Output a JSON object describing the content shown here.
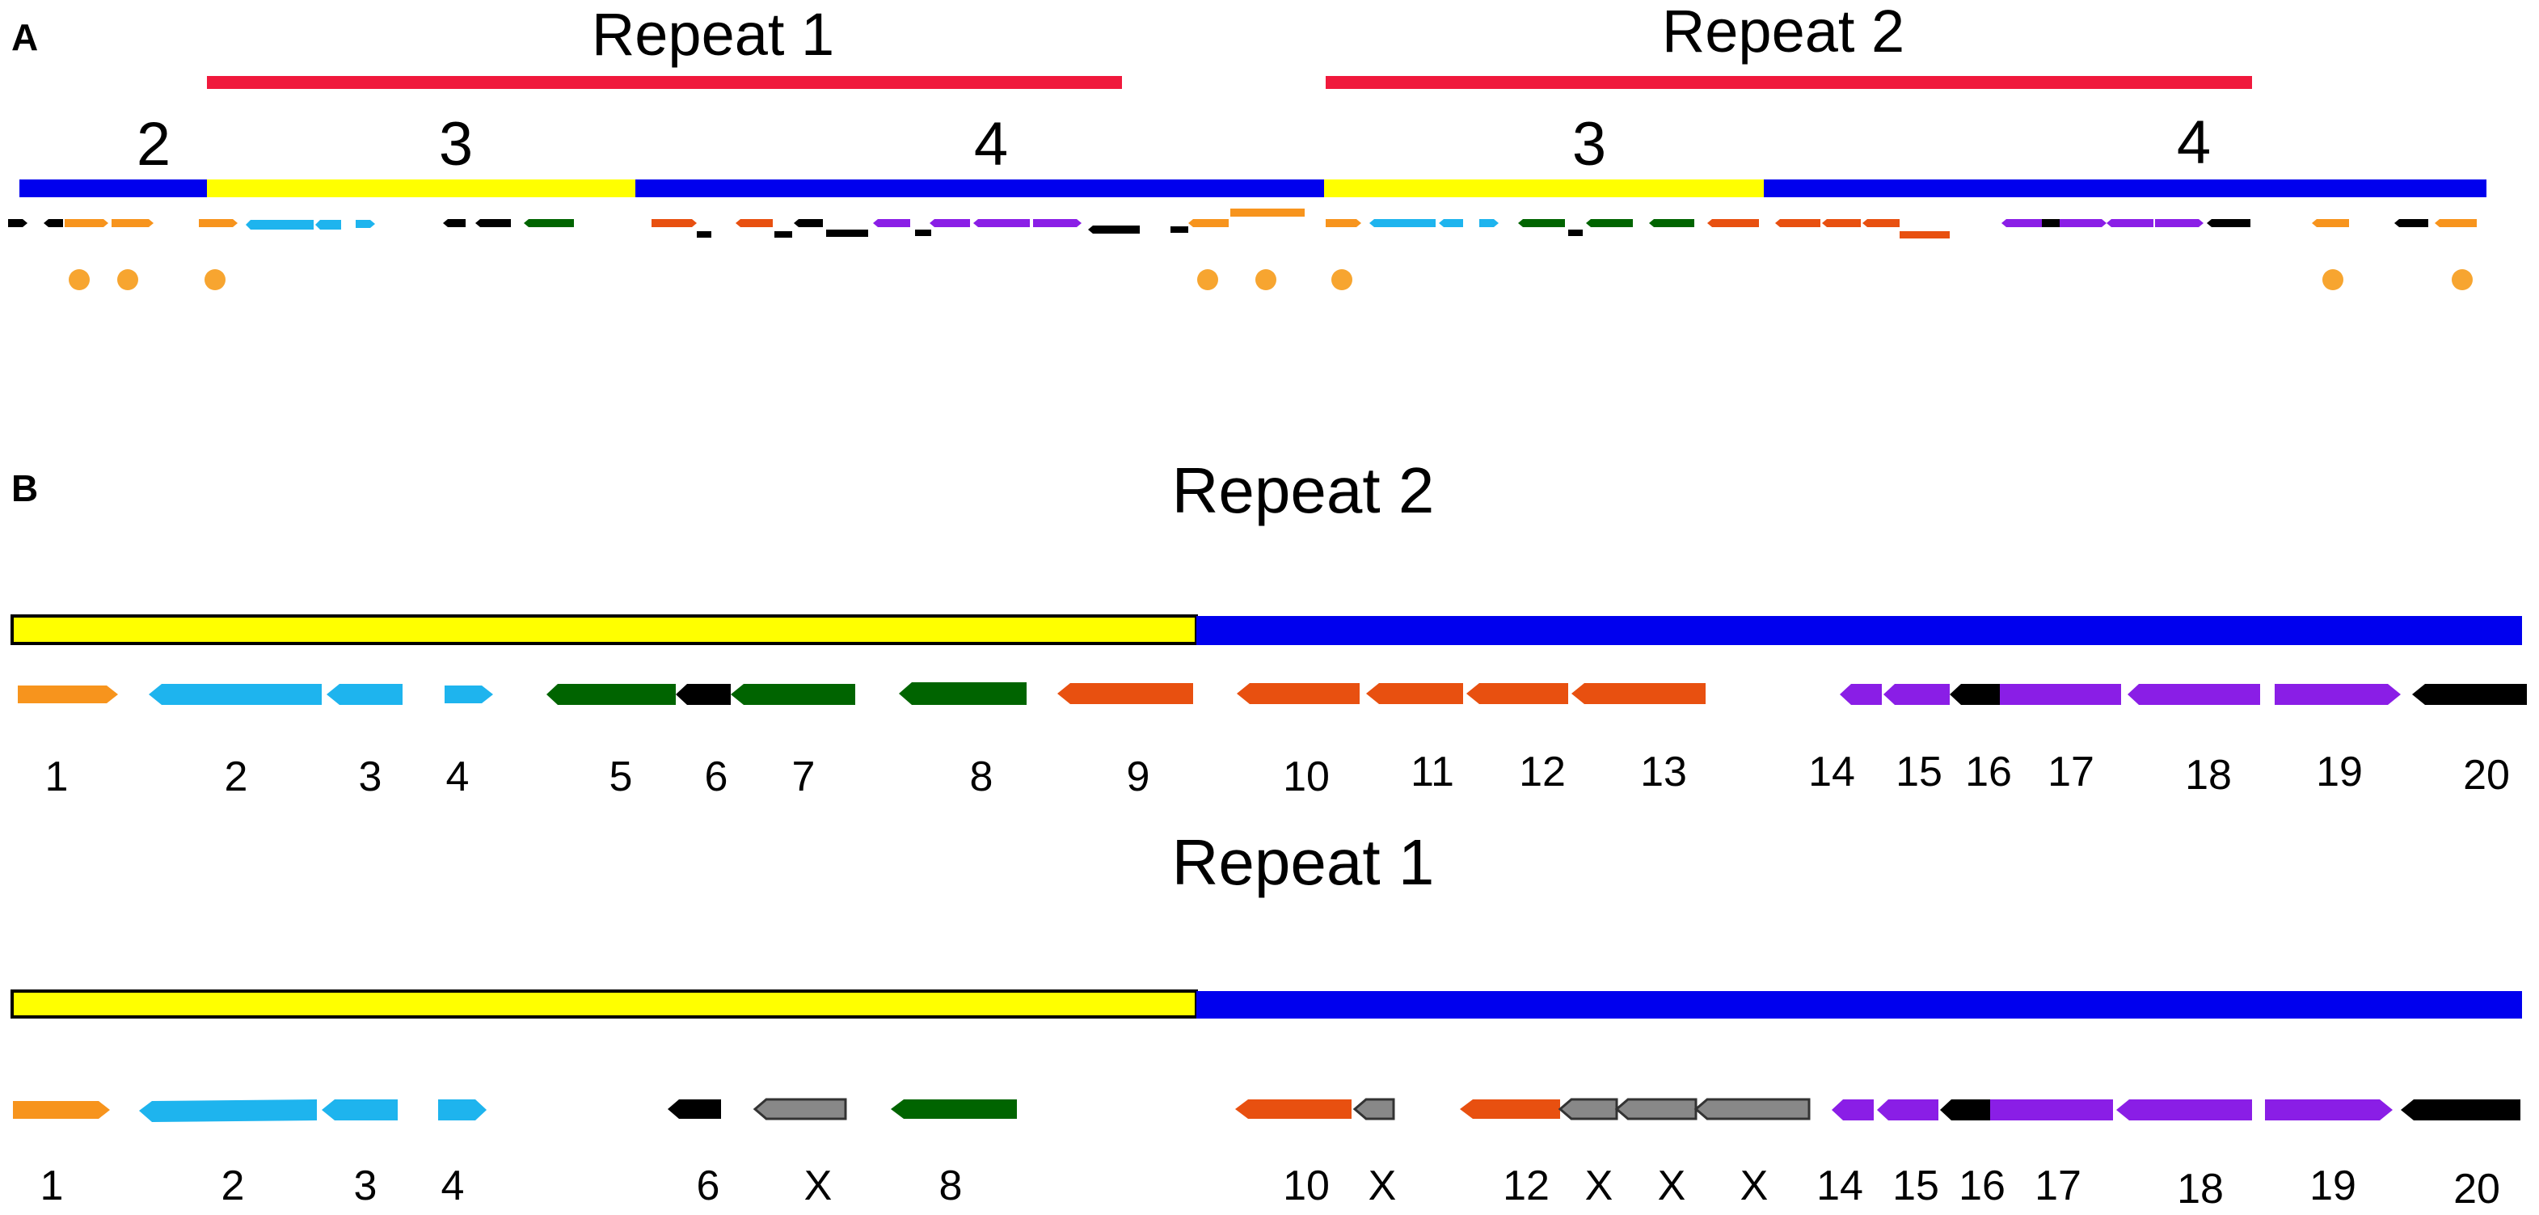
{
  "panel_a": {
    "label": "A",
    "repeat1_title": "Repeat 1",
    "repeat2_title": "Repeat 2",
    "segment_labels": [
      "2",
      "3",
      "4",
      "3",
      "4"
    ]
  },
  "panel_b": {
    "label": "B",
    "repeat2_title": "Repeat 2",
    "repeat1_title": "Repeat 1",
    "repeat2_gene_labels": [
      "1",
      "2",
      "3",
      "4",
      "5",
      "6",
      "7",
      "8",
      "9",
      "10",
      "11",
      "12",
      "13",
      "14",
      "15",
      "16",
      "17",
      "18",
      "19",
      "20"
    ],
    "repeat1_gene_labels": [
      "1",
      "2",
      "3",
      "4",
      "6",
      "X",
      "8",
      "10",
      "X",
      "12",
      "X",
      "X",
      "X",
      "14",
      "15",
      "16",
      "17",
      "18",
      "19",
      "20"
    ]
  },
  "colors": {
    "repeat_bar": "#f0193c",
    "region_blue": "#0000ee",
    "region_yellow": "#ffff00",
    "gene_orange": "#f7941d",
    "gene_blue": "#1eb4ee",
    "gene_black": "#000000",
    "gene_green": "#006400",
    "gene_redorange": "#e85010",
    "gene_purple": "#8a1ee6",
    "gene_gray": "#888888",
    "marker_dot": "#f7a530"
  }
}
